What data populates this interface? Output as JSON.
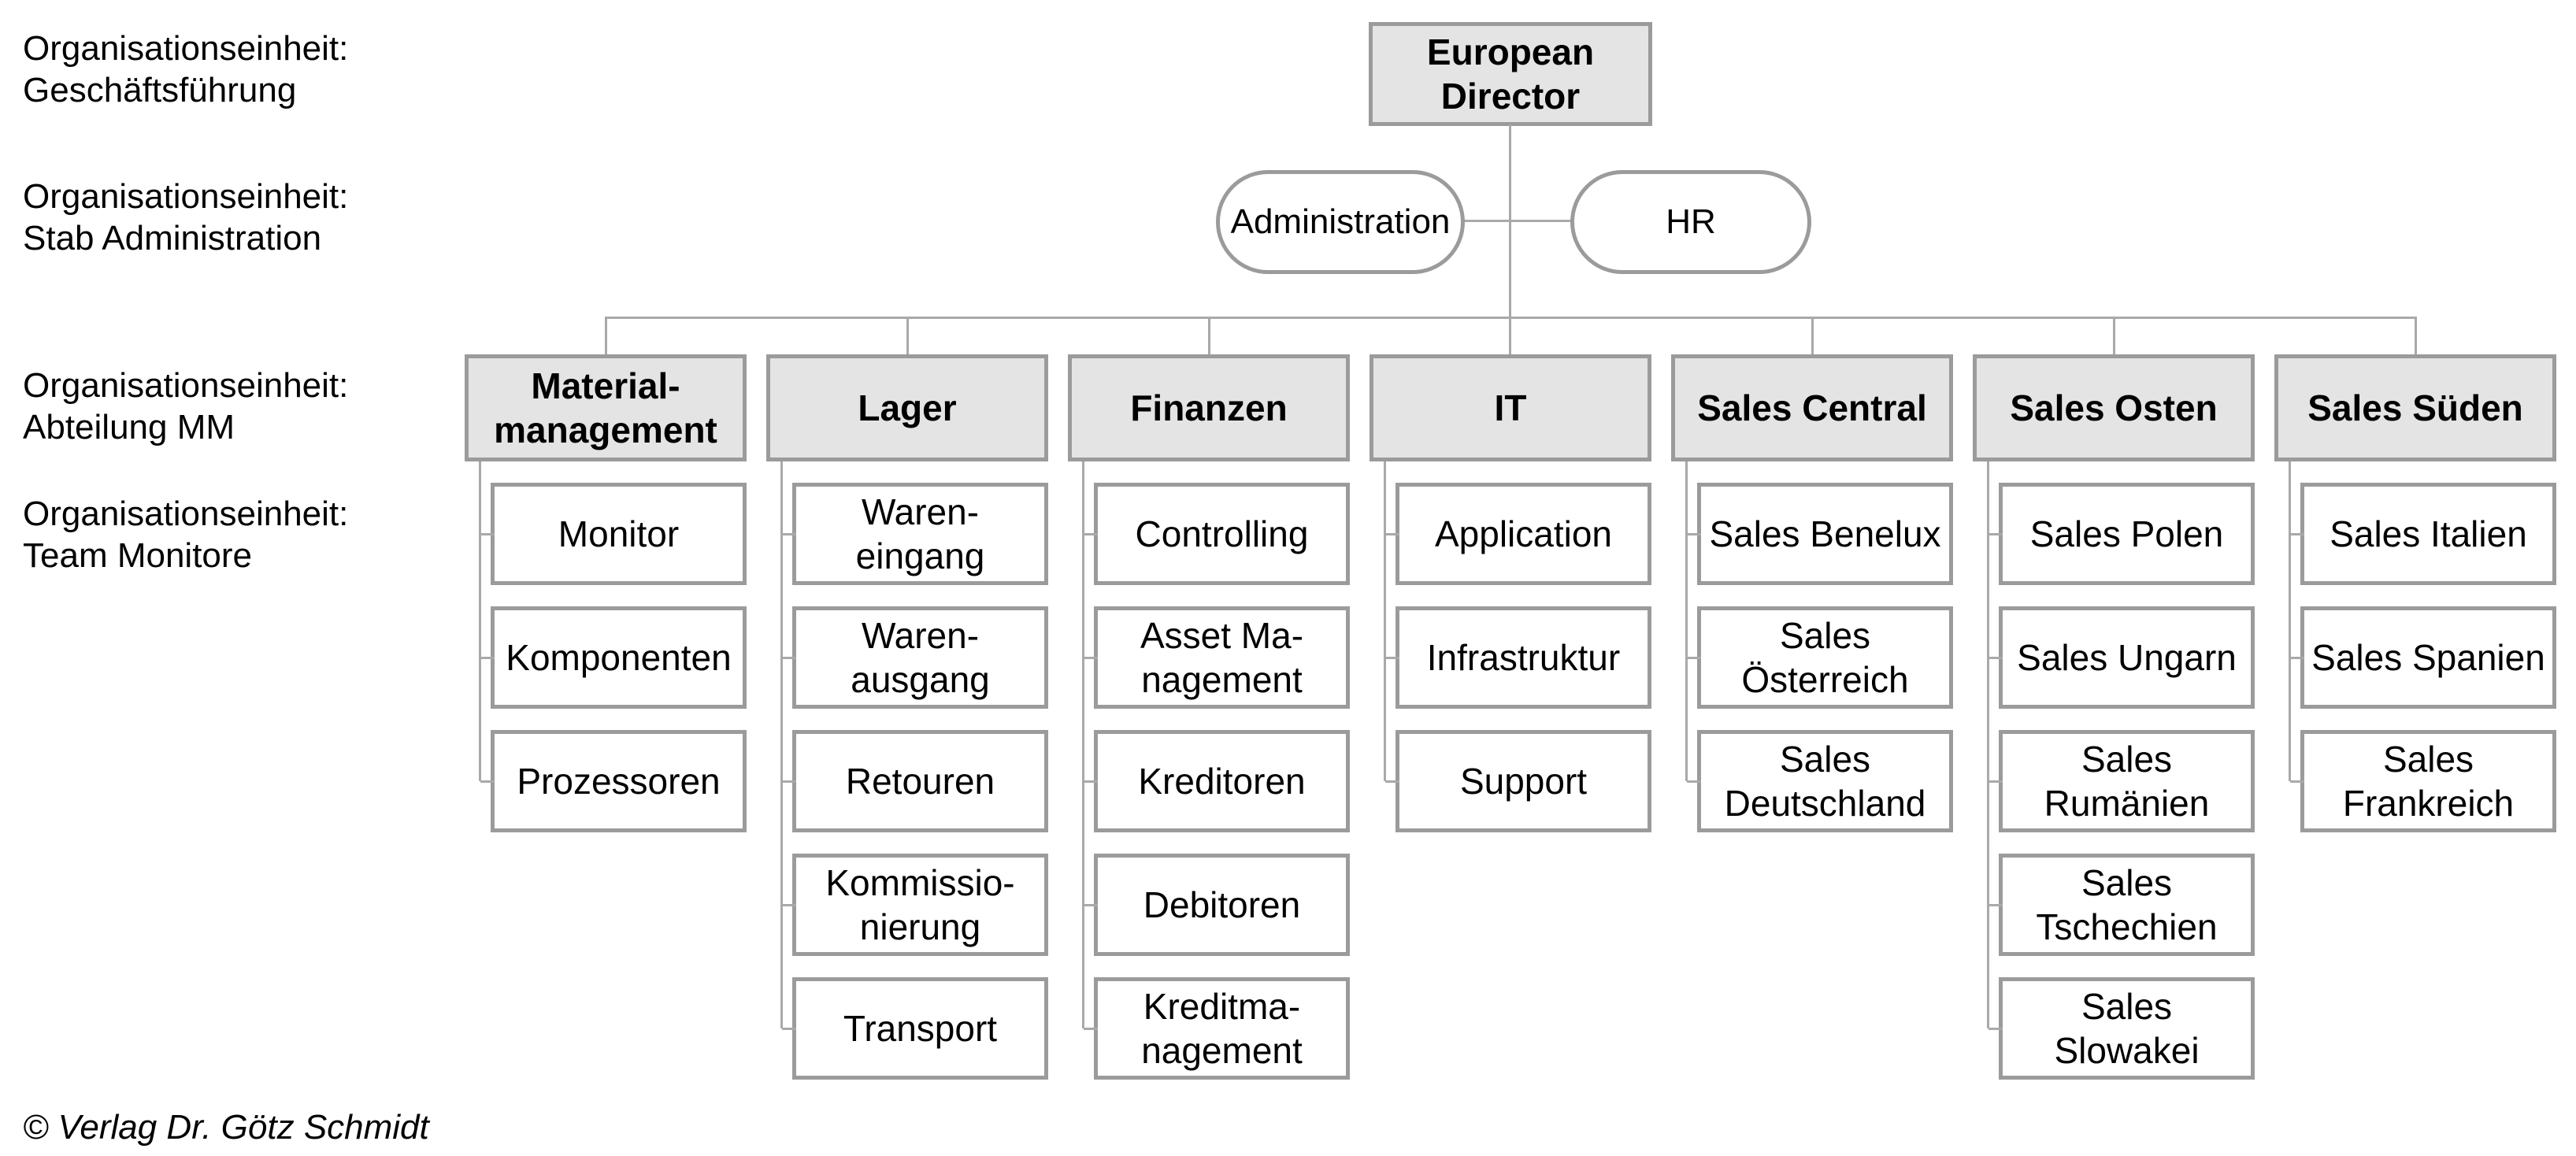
{
  "annotations": [
    {
      "text": "Organisationseinheit:\nGeschäftsführung"
    },
    {
      "text": "Organisationseinheit:\nStab Administration"
    },
    {
      "text": "Organisationseinheit:\nAbteilung MM"
    },
    {
      "text": "Organisationseinheit:\nTeam Monitore"
    }
  ],
  "root": {
    "label": "European\nDirector"
  },
  "staff": [
    {
      "label": "Administration"
    },
    {
      "label": "HR"
    }
  ],
  "departments": [
    {
      "label": "Material-\nmanagement",
      "children": [
        "Monitor",
        "Komponenten",
        "Prozessoren"
      ]
    },
    {
      "label": "Lager",
      "children": [
        "Waren-\neingang",
        "Waren-\nausgang",
        "Retouren",
        "Kommissio-\nnierung",
        "Transport"
      ]
    },
    {
      "label": "Finanzen",
      "children": [
        "Controlling",
        "Asset Ma-\nnagement",
        "Kreditoren",
        "Debitoren",
        "Kreditma-\nnagement"
      ]
    },
    {
      "label": "IT",
      "children": [
        "Application",
        "Infrastruktur",
        "Support"
      ]
    },
    {
      "label": "Sales Central",
      "children": [
        "Sales Benelux",
        "Sales\nÖsterreich",
        "Sales\nDeutschland"
      ]
    },
    {
      "label": "Sales Osten",
      "children": [
        "Sales Polen",
        "Sales Ungarn",
        "Sales\nRumänien",
        "Sales\nTschechien",
        "Sales\nSlowakei"
      ]
    },
    {
      "label": "Sales Süden",
      "children": [
        "Sales Italien",
        "Sales Spanien",
        "Sales\nFrankreich"
      ]
    }
  ],
  "footer": {
    "copyright": "© Verlag Dr. Götz Schmidt"
  },
  "colors": {
    "node_fill": "#e4e4e4",
    "node_border": "#9b9b9b",
    "child_fill": "#ffffff",
    "connector": "#a9a9a9",
    "text": "#000000"
  }
}
